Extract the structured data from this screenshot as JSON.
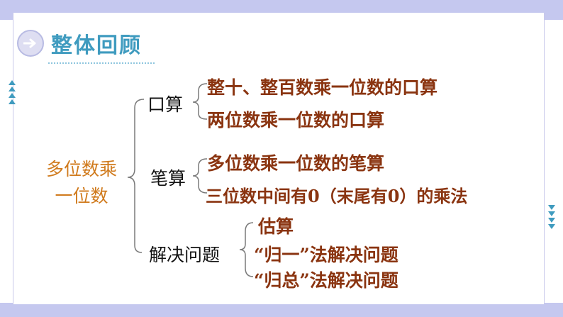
{
  "header": {
    "title": "整体回顾",
    "icon": "arrow-right-icon"
  },
  "tree": {
    "root": {
      "line1": "多位数乘",
      "line2": "一位数"
    },
    "branches": [
      {
        "label": "口算",
        "items": [
          "整十、整百数乘一位数的口算",
          "两位数乘一位数的口算"
        ]
      },
      {
        "label": "笔算",
        "items": [
          "多位数乘一位数的笔算",
          "三位数中间有0（末尾有0）的乘法"
        ]
      },
      {
        "label": "解决问题",
        "items": [
          "估算",
          "“归一”法解决问题",
          "“归总”法解决问题"
        ]
      }
    ]
  },
  "colors": {
    "root": "#d07a1c",
    "leaf": "#8a3410",
    "brace": "#7a7a7a",
    "accent": "#3f9bbf",
    "band": "#c5c8ef"
  }
}
